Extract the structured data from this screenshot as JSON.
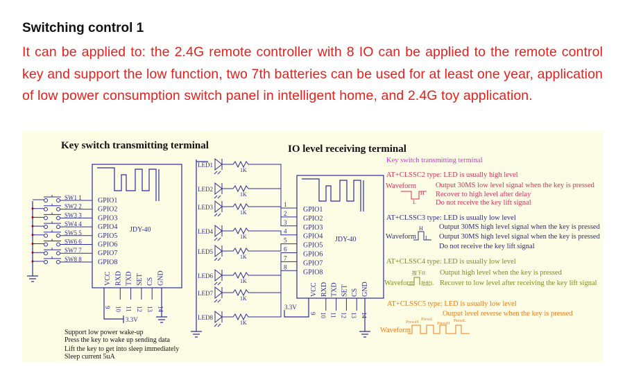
{
  "title": "Switching control 1",
  "paragraph": "It can be applied to: the 2.4G remote controller with 8 IO can be applied to the remote control key and support the low function, two 7th batteries can be used for at least one year, application of low power consumption switch panel in intelligent home, and 2.4G toy application.",
  "diagram": {
    "left_title": "Key switch transmitting terminal",
    "right_title": "IO level receiving terminal",
    "module_name": "JDY-40",
    "gpio": [
      "GPIO1",
      "GPIO2",
      "GPIO3",
      "GPIO4",
      "GPIO5",
      "GPIO6",
      "GPIO7",
      "GPIO8"
    ],
    "pins": [
      "VCC",
      "RXD",
      "TXD",
      "SET",
      "CS",
      "GND"
    ],
    "pin_numbers": [
      "9",
      "10",
      "11",
      "12",
      "13",
      "14"
    ],
    "switches": [
      "SW1 1",
      "SW2 2",
      "SW3 3",
      "SW4 4",
      "SW5 5",
      "SW6 6",
      "SW7 7",
      "SW8 8"
    ],
    "leds": [
      "LED1",
      "LED2",
      "LED3",
      "LED4",
      "LED5",
      "LED6",
      "LED7",
      "LED8"
    ],
    "resistor": "1K",
    "io_numbers": [
      "1",
      "2",
      "3",
      "4",
      "5",
      "6",
      "7",
      "8"
    ],
    "voltage": "3.3V",
    "notes": [
      "Support low power wake-up",
      "Press the key to wake up sending data",
      "Lift the key to get into sleep immediately",
      "Sleep current 5uA"
    ],
    "modes": {
      "header": "Key switch transmitting terminal",
      "c2": {
        "title": "AT+CLSSC2 type: LED is usually high level",
        "waveform": "Waveform",
        "h": "H",
        "l": "L",
        "lines": [
          "Output 30MS low level signal when the key is pressed",
          "Recover to high level after delay",
          "Do not receive the key lift signal"
        ]
      },
      "c3": {
        "title": "AT+CLSSC3 type: LED is usually low level",
        "waveform": "Waveform",
        "h": "H",
        "l": "L",
        "lines": [
          "Output 30MS high level signal when the key is pressed",
          "Output 30MS high level signal when the key is pressed",
          "Do not receive the key lift signal"
        ]
      },
      "c4": {
        "title": "AT+CLSSC4 type: LED is usually low level",
        "waveform": "Waveform",
        "h": "按下H",
        "l": "抬起L",
        "lines": [
          "Output high level when the key is pressed",
          "Recover to low level after receiving the key lift signal"
        ]
      },
      "c5": {
        "title": "AT+CLSSC5 type: LED is usually low level",
        "waveform": "Waveform",
        "press": [
          "PressH",
          "PressL",
          "PressH",
          "PressL"
        ],
        "lines": [
          "Output level reverse when the key is pressed"
        ]
      }
    },
    "colors": {
      "panel": "#fdfde6",
      "circuit": "#2a2aa0",
      "header": "#e030e0",
      "c2": "#d8305c",
      "c3": "#2a2a80",
      "c4": "#7a8c20",
      "c5": "#f07a18"
    }
  }
}
